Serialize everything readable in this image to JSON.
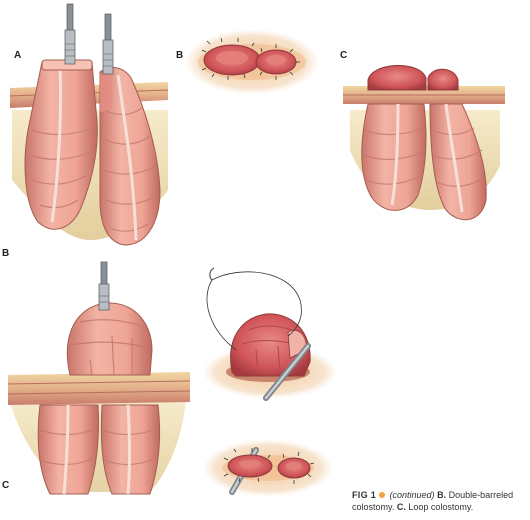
{
  "labels": {
    "top_a": "A",
    "top_b": "B",
    "top_c": "C",
    "row_b": "B",
    "row_c": "C"
  },
  "caption": {
    "fig": "FIG 1",
    "continued": "(continued)",
    "b_label": "B.",
    "b_text": "Double-barreled colostomy.",
    "c_label": "C.",
    "c_text": "Loop colostomy."
  },
  "colors": {
    "accent_dot": "#f2a23a",
    "bowel": "#eda898",
    "bowel_dark": "#c86a5d",
    "mucosa": "#d8575a",
    "fat": "#e9d49a",
    "skin_band": "#d79a88",
    "instrument": "#8a9098"
  },
  "icons": [
    "clamp-icon",
    "suture-needle-icon",
    "rod-icon"
  ]
}
